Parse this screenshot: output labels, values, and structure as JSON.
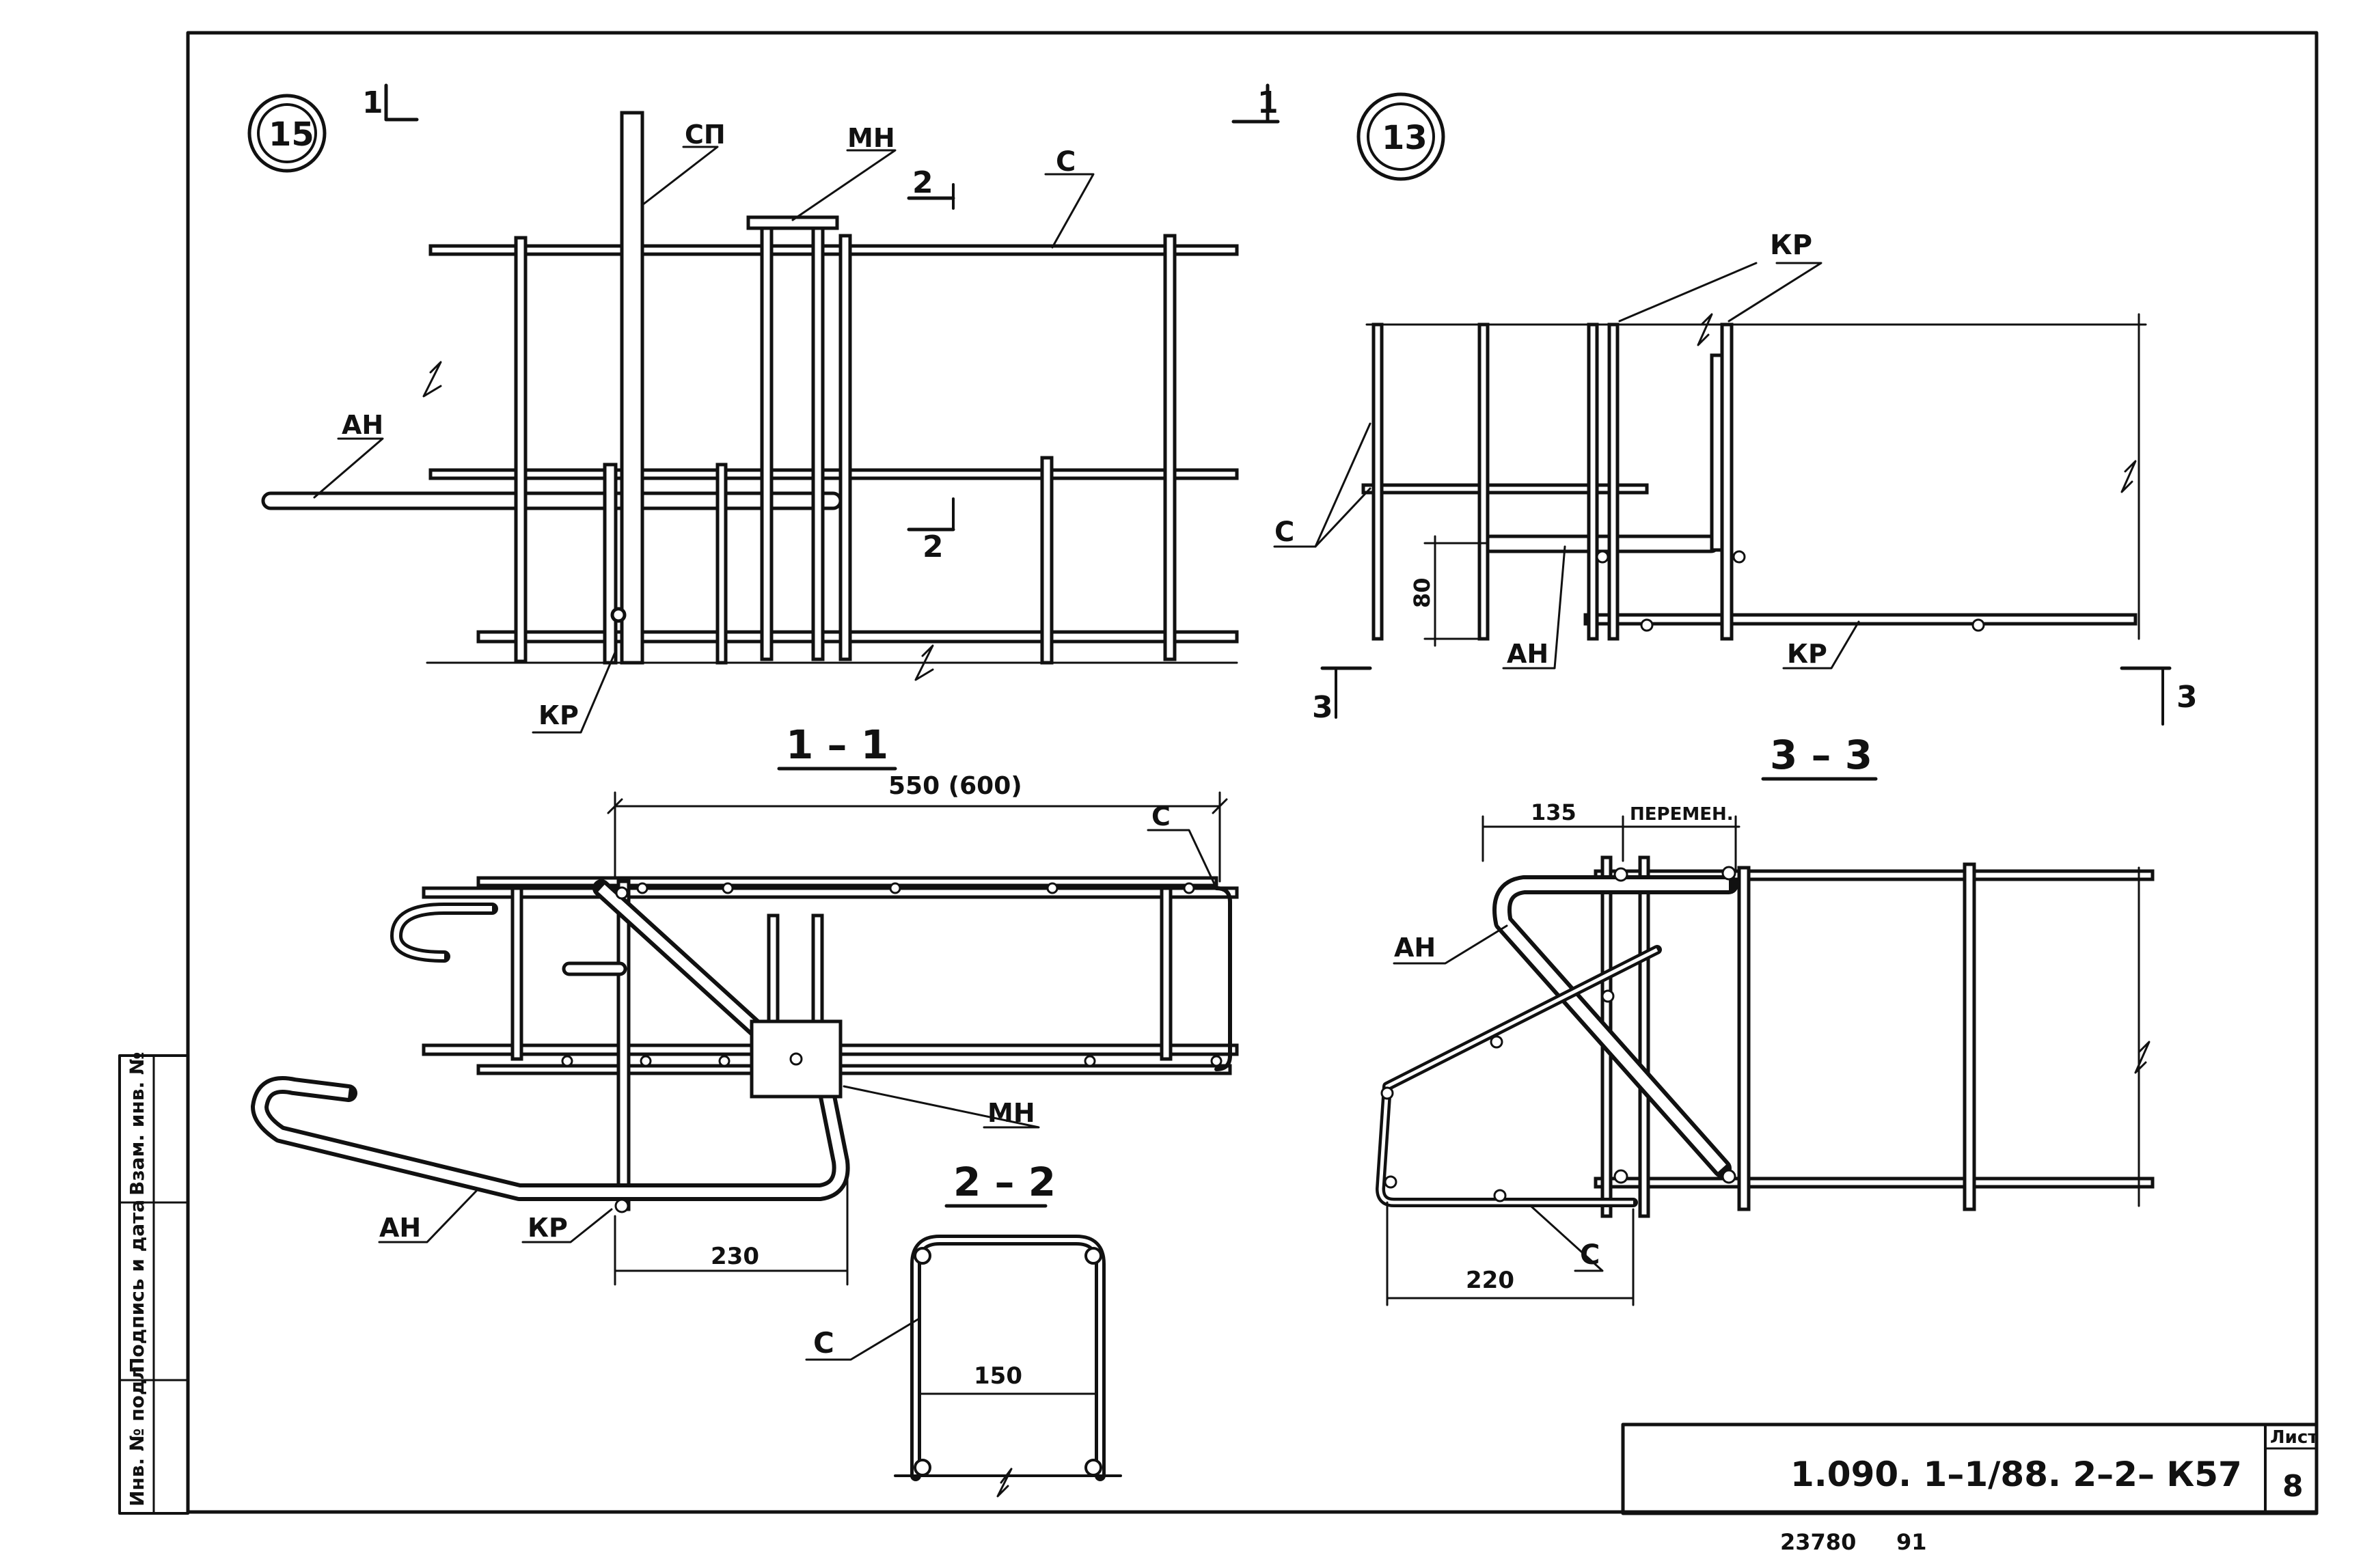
{
  "drawing": {
    "node_marks": {
      "left": "15",
      "right": "13"
    },
    "section_marks": {
      "s1_left": "1",
      "s1_right": "1",
      "s2_top": "2",
      "s2_bottom": "2",
      "s3_left": "3",
      "s3_right": "3"
    },
    "labels": {
      "sp": "СП",
      "mn": "МН",
      "c": "С",
      "an": "АН",
      "kr": "КР"
    },
    "section_titles": {
      "s1": "1 – 1",
      "s2": "2 – 2",
      "s3": "3 – 3"
    },
    "dims": {
      "d550": "550 (600)",
      "d230": "230",
      "d150": "150",
      "d80": "80",
      "d135": "135",
      "d_var": "ПЕРЕМЕН.",
      "d220": "220"
    }
  },
  "stamp": {
    "sidebar": [
      "Инв. № подл",
      "Подпись и дата",
      "Взам. инв. №"
    ],
    "designation": "1.090. 1–1/88. 2–2– К57",
    "sheet_label": "Лист",
    "sheet_number": "8",
    "footer_left": "23780",
    "footer_right": "91"
  }
}
